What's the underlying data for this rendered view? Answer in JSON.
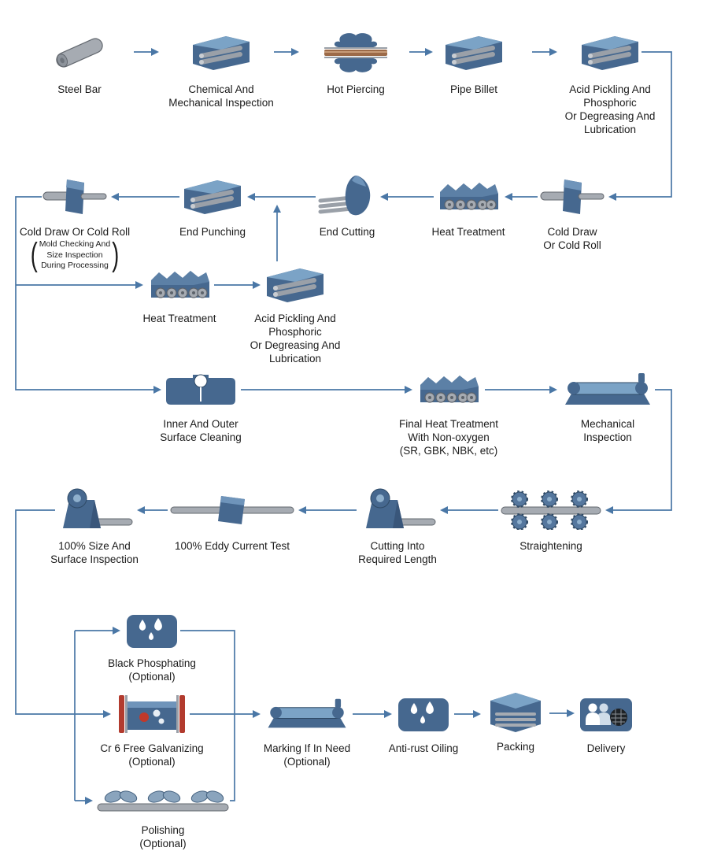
{
  "diagram": {
    "type": "flowchart",
    "subject": "Steel pipe production process flow",
    "colors": {
      "arrow": "#4a77a6",
      "icon_primary": "#46688f",
      "icon_light": "#7ba3c6",
      "steel_gray": "#a6abb2",
      "accent_red": "#b23b2e",
      "background": "#ffffff"
    },
    "nodes": {
      "steel_bar": {
        "label": "Steel Bar",
        "icon": "steel-bar-icon"
      },
      "chemical_inspection": {
        "label": "Chemical And\nMechanical Inspection",
        "icon": "pipes-box-icon"
      },
      "hot_piercing": {
        "label": "Hot Piercing",
        "icon": "hot-piercing-icon"
      },
      "pipe_billet": {
        "label": "Pipe Billet",
        "icon": "pipes-box-icon"
      },
      "acid_pickling_1": {
        "label": "Acid Pickling And\nPhosphoric\nOr Degreasing And\nLubrication",
        "icon": "pipes-box-icon"
      },
      "cold_draw_right": {
        "label": "Cold Draw\nOr Cold Roll",
        "icon": "draw-plate-icon"
      },
      "heat_treatment_1": {
        "label": "Heat Treatment",
        "icon": "coil-box-icon"
      },
      "end_cutting": {
        "label": "End Cutting",
        "icon": "cutting-blade-icon"
      },
      "end_punching": {
        "label": "End Punching",
        "icon": "pipes-box-icon"
      },
      "cold_draw_left": {
        "label": "Cold Draw Or Cold Roll",
        "note": "Mold Checking And\nSize Inspection\nDuring Processing",
        "icon": "draw-plate-icon"
      },
      "heat_treatment_2": {
        "label": "Heat Treatment",
        "icon": "coil-box-icon"
      },
      "acid_pickling_2": {
        "label": "Acid Pickling And\nPhosphoric\nOr Degreasing And\nLubrication",
        "icon": "pipes-box-icon"
      },
      "surface_cleaning": {
        "label": "Inner And Outer\nSurface Cleaning",
        "icon": "surface-cleaner-icon"
      },
      "final_heat_treatment": {
        "label": "Final Heat Treatment\nWith Non-oxygen\n(SR, GBK, NBK, etc)",
        "icon": "coil-box-icon"
      },
      "mechanical_inspection": {
        "label": "Mechanical\nInspection",
        "icon": "roller-machine-icon"
      },
      "straightening": {
        "label": "Straightening",
        "icon": "gear-rollers-icon"
      },
      "cutting_to_length": {
        "label": "Cutting Into\nRequired Length",
        "icon": "cutting-machine-icon"
      },
      "eddy_current_test": {
        "label": "100% Eddy Current Test",
        "icon": "eddy-test-icon"
      },
      "size_surface_inspection": {
        "label": "100% Size And\nSurface Inspection",
        "icon": "cutting-machine-icon"
      },
      "black_phosphating": {
        "label": "Black Phosphating\n(Optional)",
        "icon": "liquid-drops-icon"
      },
      "galvanizing": {
        "label": "Cr 6 Free Galvanizing\n(Optional)",
        "icon": "galvanizing-bath-icon"
      },
      "polishing": {
        "label": "Polishing\n(Optional)",
        "icon": "polishing-rollers-icon"
      },
      "marking": {
        "label": "Marking If In Need\n(Optional)",
        "icon": "roller-machine-icon"
      },
      "anti_rust_oiling": {
        "label": "Anti-rust Oiling",
        "icon": "liquid-drops-icon"
      },
      "packing": {
        "label": "Packing",
        "icon": "packing-crate-icon"
      },
      "delivery": {
        "label": "Delivery",
        "icon": "delivery-icon"
      }
    }
  }
}
